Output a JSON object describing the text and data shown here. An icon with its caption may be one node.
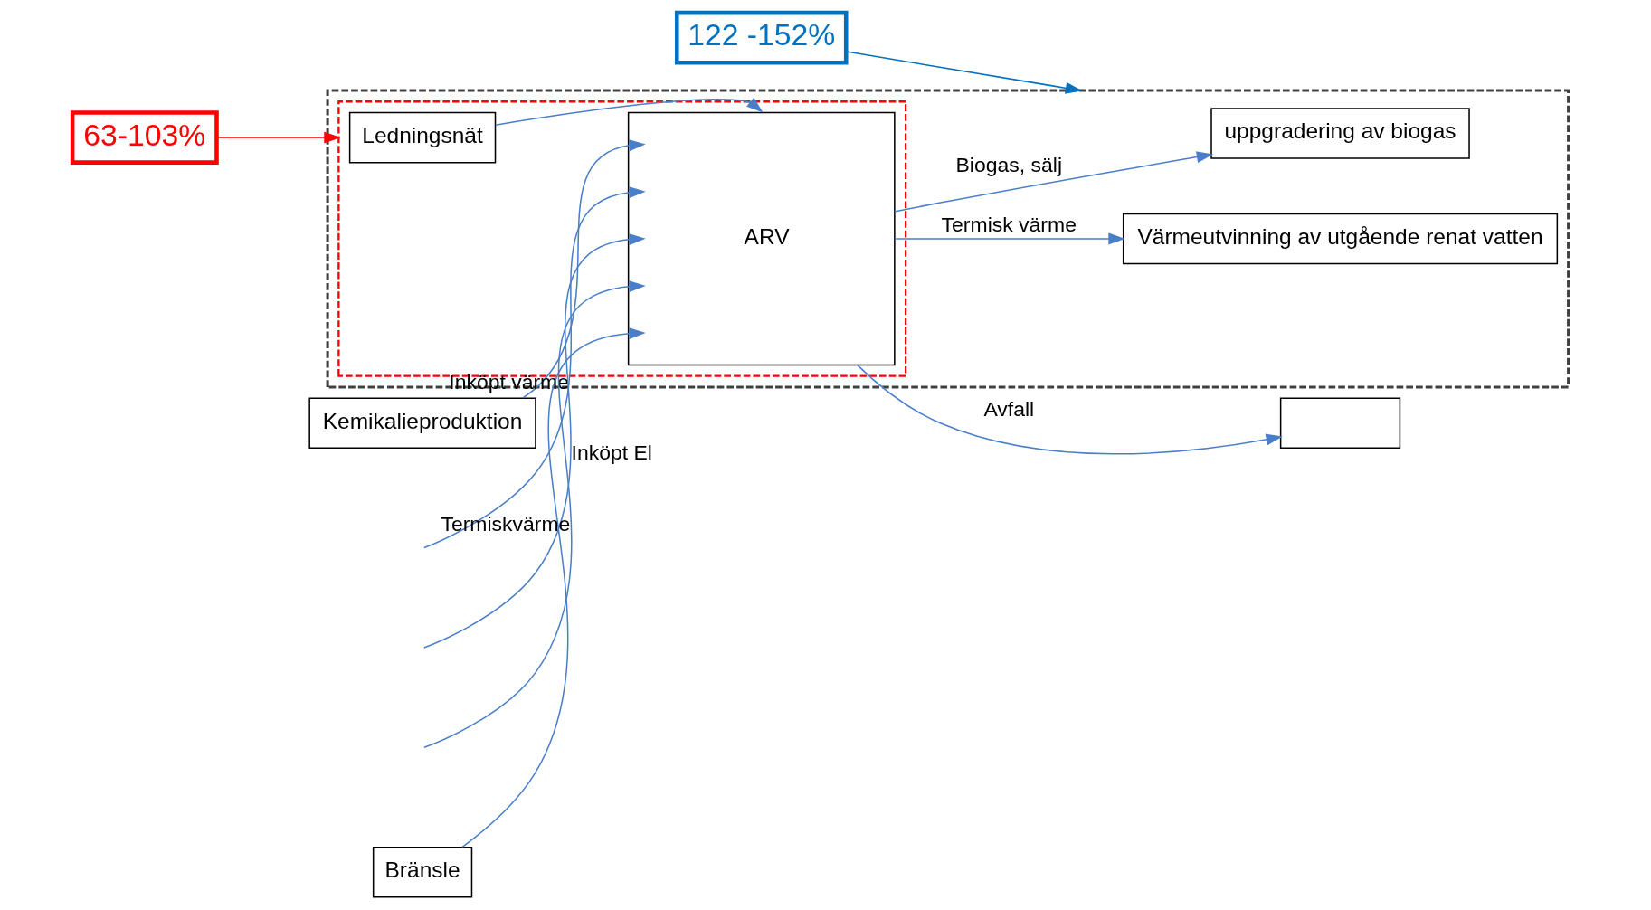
{
  "diagram": {
    "nodes": [
      {
        "text": [
          "122 -152%"
        ]
      },
      {
        "text": [],
        "shape": "box"
      },
      {
        "text": [
          "uppgradering av biogas"
        ],
        "in": 1
      },
      {
        "text": [
          "63-103%"
        ]
      },
      {
        "text": [],
        "shape": "box",
        "in": 1
      },
      {
        "text": [
          "Ledningsnät"
        ],
        "in": 4
      },
      {
        "text": [
          "Kemikalieproduktion"
        ]
      },
      {
        "text": [
          "ARV"
        ],
        "in": 4
      },
      {
        "text": [
          "Värmeutvinning av utgående renat vatten"
        ],
        "in": 1
      },
      {
        "text": [
          "Bränsle"
        ]
      },
      {
        "text": [],
        "shape": "box"
      }
    ],
    "edges": [
      {
        "from": 0,
        "to": 1,
        "arrow": "to",
        "color": "#0070c0"
      },
      {
        "from": 3,
        "to": 4,
        "arrow": "to",
        "color": "#ff0000"
      },
      {
        "from": 5,
        "to": 7,
        "arrow": "to"
      },
      {
        "from": 6,
        "to": 7,
        "arrow": "to"
      },
      {
        "from": 7,
        "to": 2,
        "arrow": "to",
        "label": "Biogas, sälj"
      },
      {
        "from": null,
        "to": 7,
        "arrow": "to",
        "label": "Inköpt värme"
      },
      {
        "from": null,
        "to": 7,
        "arrow": "to",
        "label": "Inköpt El"
      },
      {
        "from": null,
        "to": 7,
        "arrow": "to",
        "label": "Termiskvärme"
      },
      {
        "from": 9,
        "to": 7,
        "arrow": "to"
      },
      {
        "from": 7,
        "to": 8,
        "arrow": "to",
        "label": "Termisk värme"
      },
      {
        "from": 7,
        "to": 10,
        "arrow": "to",
        "label": "Avfall"
      }
    ]
  }
}
